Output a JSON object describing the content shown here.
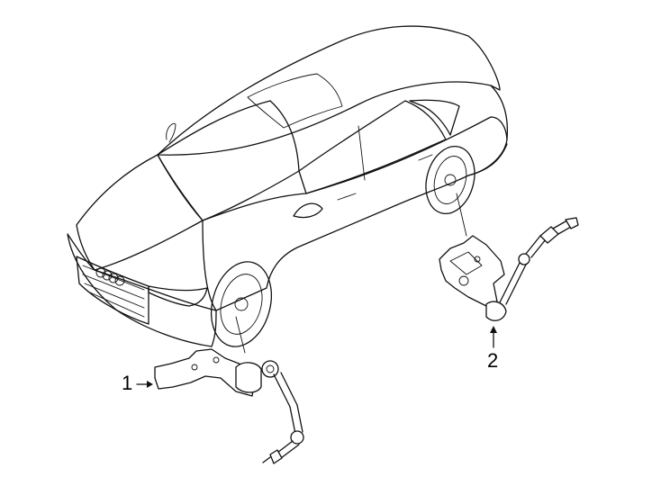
{
  "callouts": [
    {
      "number": "1"
    },
    {
      "number": "2"
    }
  ],
  "colors": {
    "line": "#111111",
    "background": "#ffffff"
  },
  "icons": [
    "car-illustration",
    "sensor-1-illustration",
    "sensor-2-illustration",
    "arrow-icon"
  ]
}
